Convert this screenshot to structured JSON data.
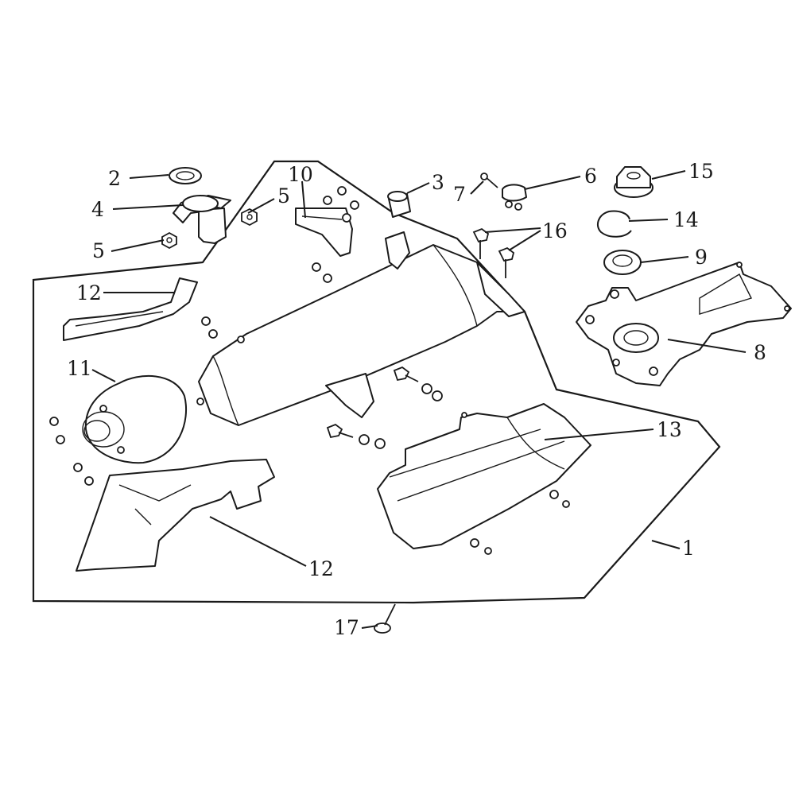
{
  "callouts": [
    {
      "id": "c1",
      "label": "1"
    },
    {
      "id": "c2",
      "label": "2"
    },
    {
      "id": "c3",
      "label": "3"
    },
    {
      "id": "c4",
      "label": "4"
    },
    {
      "id": "c5a",
      "label": "5"
    },
    {
      "id": "c5b",
      "label": "5"
    },
    {
      "id": "c6",
      "label": "6"
    },
    {
      "id": "c7",
      "label": "7"
    },
    {
      "id": "c8",
      "label": "8"
    },
    {
      "id": "c9",
      "label": "9"
    },
    {
      "id": "c10",
      "label": "10"
    },
    {
      "id": "c11",
      "label": "11"
    },
    {
      "id": "c12a",
      "label": "12"
    },
    {
      "id": "c12b",
      "label": "12"
    },
    {
      "id": "c13",
      "label": "13"
    },
    {
      "id": "c14",
      "label": "14"
    },
    {
      "id": "c15",
      "label": "15"
    },
    {
      "id": "c16",
      "label": "16"
    },
    {
      "id": "c17",
      "label": "17"
    }
  ]
}
